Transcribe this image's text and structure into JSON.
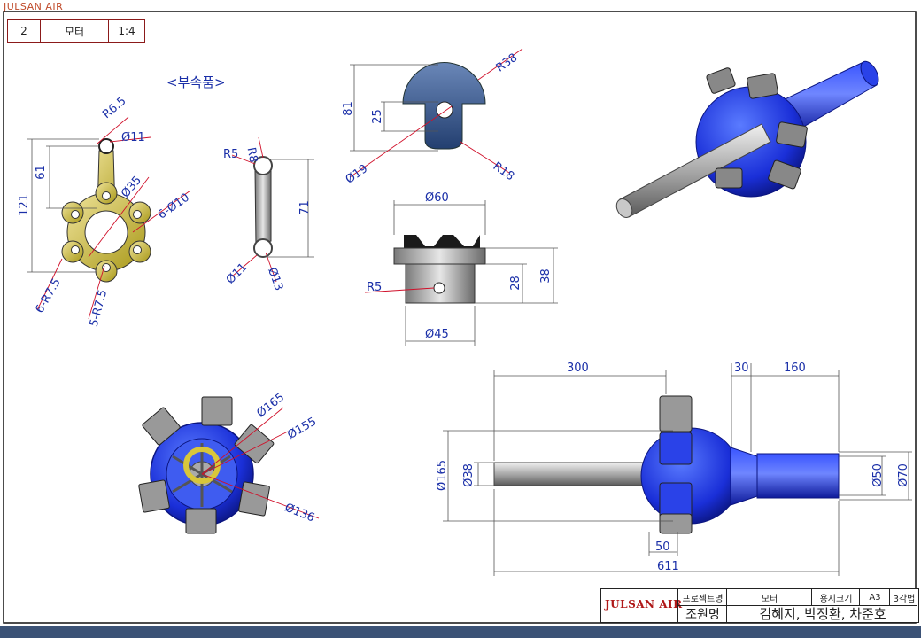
{
  "brand_top": "JULSAN AIR",
  "header": {
    "num": "2",
    "name": "모터",
    "scale": "1:4"
  },
  "parts_title": "<부속품>",
  "dims": {
    "rod1": [
      "R6.5",
      "Ø11",
      "61",
      "121",
      "Ø35",
      "6-Ø10",
      "6-R7.5",
      "5-R7.5"
    ],
    "rod2": [
      "R8",
      "R5",
      "71",
      "Ø11",
      "Ø13"
    ],
    "cam": [
      "R38",
      "81",
      "25",
      "Ø19",
      "R18"
    ],
    "piston": [
      "Ø60",
      "R5",
      "28",
      "38",
      "Ø45"
    ],
    "front": [
      "Ø165",
      "Ø155",
      "Ø136"
    ],
    "side": [
      "300",
      "30",
      "160",
      "Ø165",
      "Ø38",
      "Ø50",
      "Ø70",
      "50",
      "611"
    ]
  },
  "title_block": {
    "logo": "JULSAN AIR",
    "project_label": "프로젝트명",
    "project_value": "모터",
    "paper_label": "용지크기",
    "paper_value": "A3",
    "angle": "3각법",
    "team_label": "조원명",
    "team_value": "김혜지, 박정환, 차준호"
  },
  "colors": {
    "dim": "#1a2fa8",
    "leader": "#d0102a",
    "motor": "#1a2fd8",
    "border": "#111111",
    "yellow_part": "#d8c63a"
  }
}
